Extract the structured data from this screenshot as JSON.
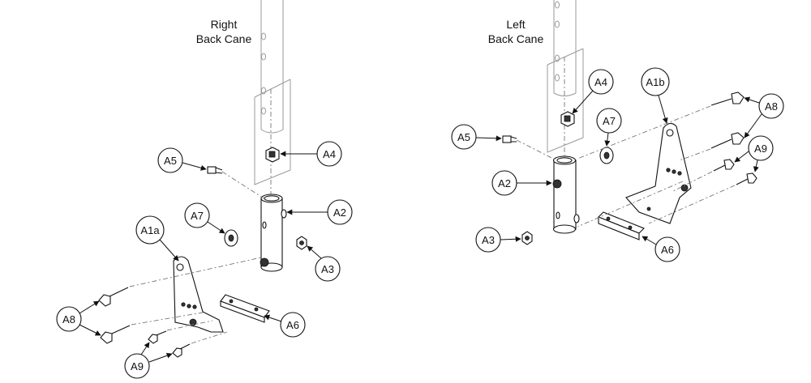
{
  "diagrams": {
    "right": {
      "title_line1": "Right",
      "title_line2": "Back Cane",
      "callouts": {
        "A1a": "A1a",
        "A2": "A2",
        "A3": "A3",
        "A4": "A4",
        "A5": "A5",
        "A6": "A6",
        "A7": "A7",
        "A8": "A8",
        "A9": "A9"
      }
    },
    "left": {
      "title_line1": "Left",
      "title_line2": "Back Cane",
      "callouts": {
        "A1b": "A1b",
        "A2": "A2",
        "A3": "A3",
        "A4": "A4",
        "A5": "A5",
        "A6": "A6",
        "A7": "A7",
        "A8": "A8",
        "A9": "A9"
      }
    }
  }
}
